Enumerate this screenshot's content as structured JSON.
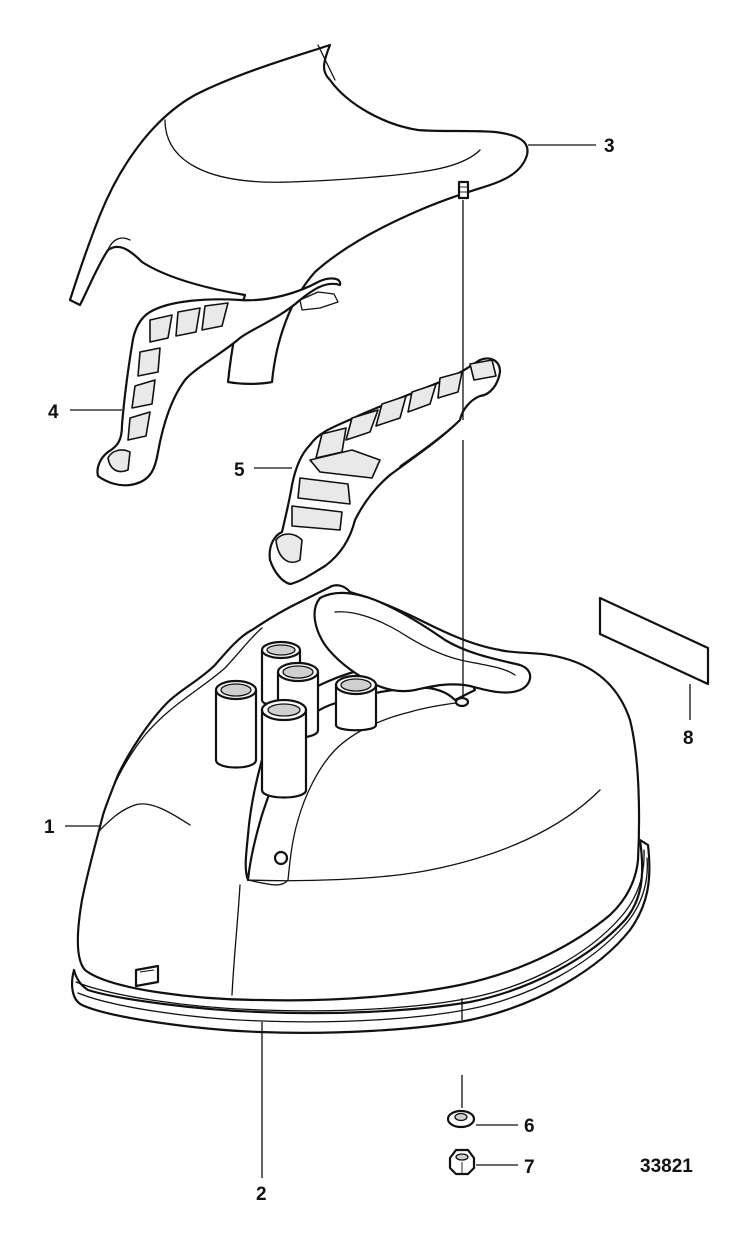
{
  "figure": {
    "number": "33821"
  },
  "callouts": {
    "c1": "1",
    "c2": "2",
    "c3": "3",
    "c4": "4",
    "c5": "5",
    "c6": "6",
    "c7": "7",
    "c8": "8"
  }
}
